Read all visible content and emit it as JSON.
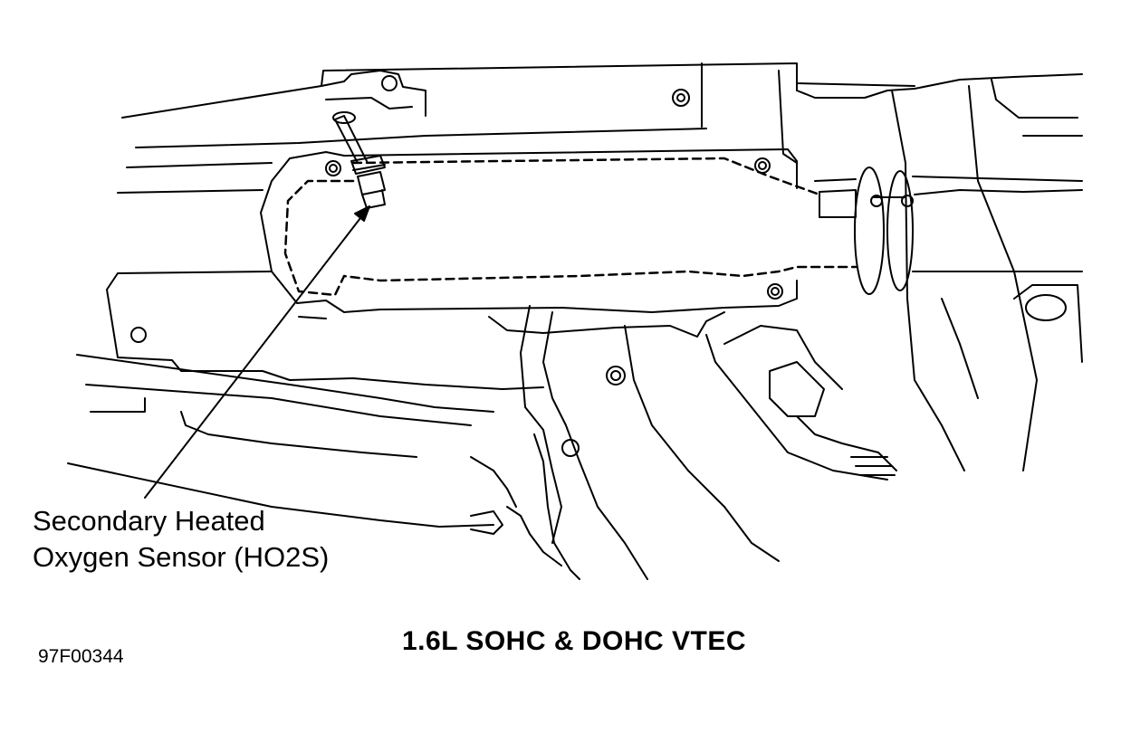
{
  "diagram": {
    "callout": {
      "line1": "Secondary Heated",
      "line2": "Oxygen Sensor (HO2S)"
    },
    "caption": "1.6L SOHC & DOHC VTEC",
    "figure_id": "97F00344",
    "line_color": "#000000",
    "background_color": "#ffffff"
  }
}
